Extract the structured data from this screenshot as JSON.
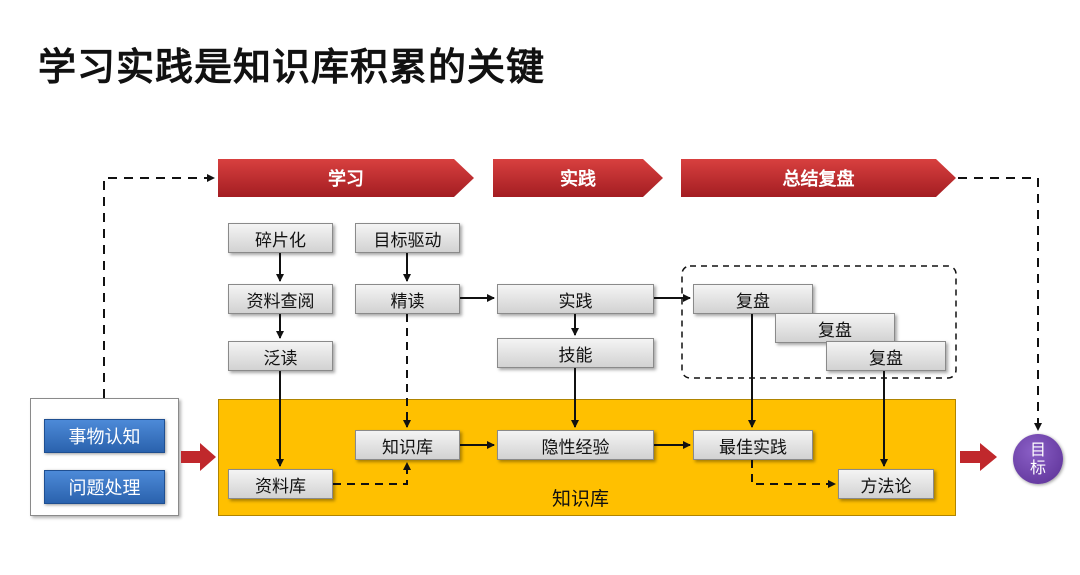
{
  "title": "学习实践是知识库积累的关键",
  "stages": [
    "学习",
    "实践",
    "总结复盘"
  ],
  "left_panel": [
    "事物认知",
    "问题处理"
  ],
  "goal": [
    "目",
    "标"
  ],
  "knowledge_area_label": "知识库",
  "nodes": {
    "fragment": "碎片化",
    "lookup": "资料查阅",
    "skim": "泛读",
    "goal_driven": "目标驱动",
    "intensive": "精读",
    "practice": "实践",
    "skill": "技能",
    "review1": "复盘",
    "review2": "复盘",
    "review3": "复盘",
    "material_lib": "资料库",
    "knowledge_lib": "知识库",
    "tacit": "隐性经验",
    "best_practice": "最佳实践",
    "methodology": "方法论"
  },
  "colors": {
    "stage_red": "#c0282c",
    "knowledge_area": "#ffc000",
    "left_button": "#2f6bbb",
    "goal": "#6a3aa8",
    "flow_arrow": "#c0282c"
  }
}
